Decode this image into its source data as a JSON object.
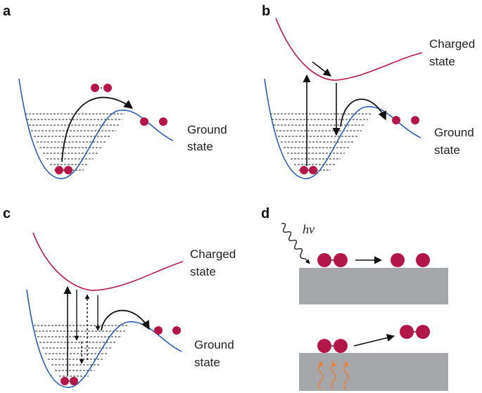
{
  "panels": {
    "a": {
      "label": "a",
      "ground_line1": "Ground",
      "ground_line2": "state"
    },
    "b": {
      "label": "b",
      "charged_line1": "Charged",
      "charged_line2": "state",
      "ground_line1": "Ground",
      "ground_line2": "state"
    },
    "c": {
      "label": "c",
      "charged_line1": "Charged",
      "charged_line2": "state",
      "ground_line1": "Ground",
      "ground_line2": "state"
    },
    "d": {
      "label": "d",
      "photon_label": "hν"
    }
  },
  "colors": {
    "ground_curve": "#2e5caa",
    "charged_curve": "#b3174a",
    "molecule": "#b3174a",
    "arrow": "#111111",
    "surface": "#a5a7aa",
    "heat_arrow": "#e8823a"
  }
}
